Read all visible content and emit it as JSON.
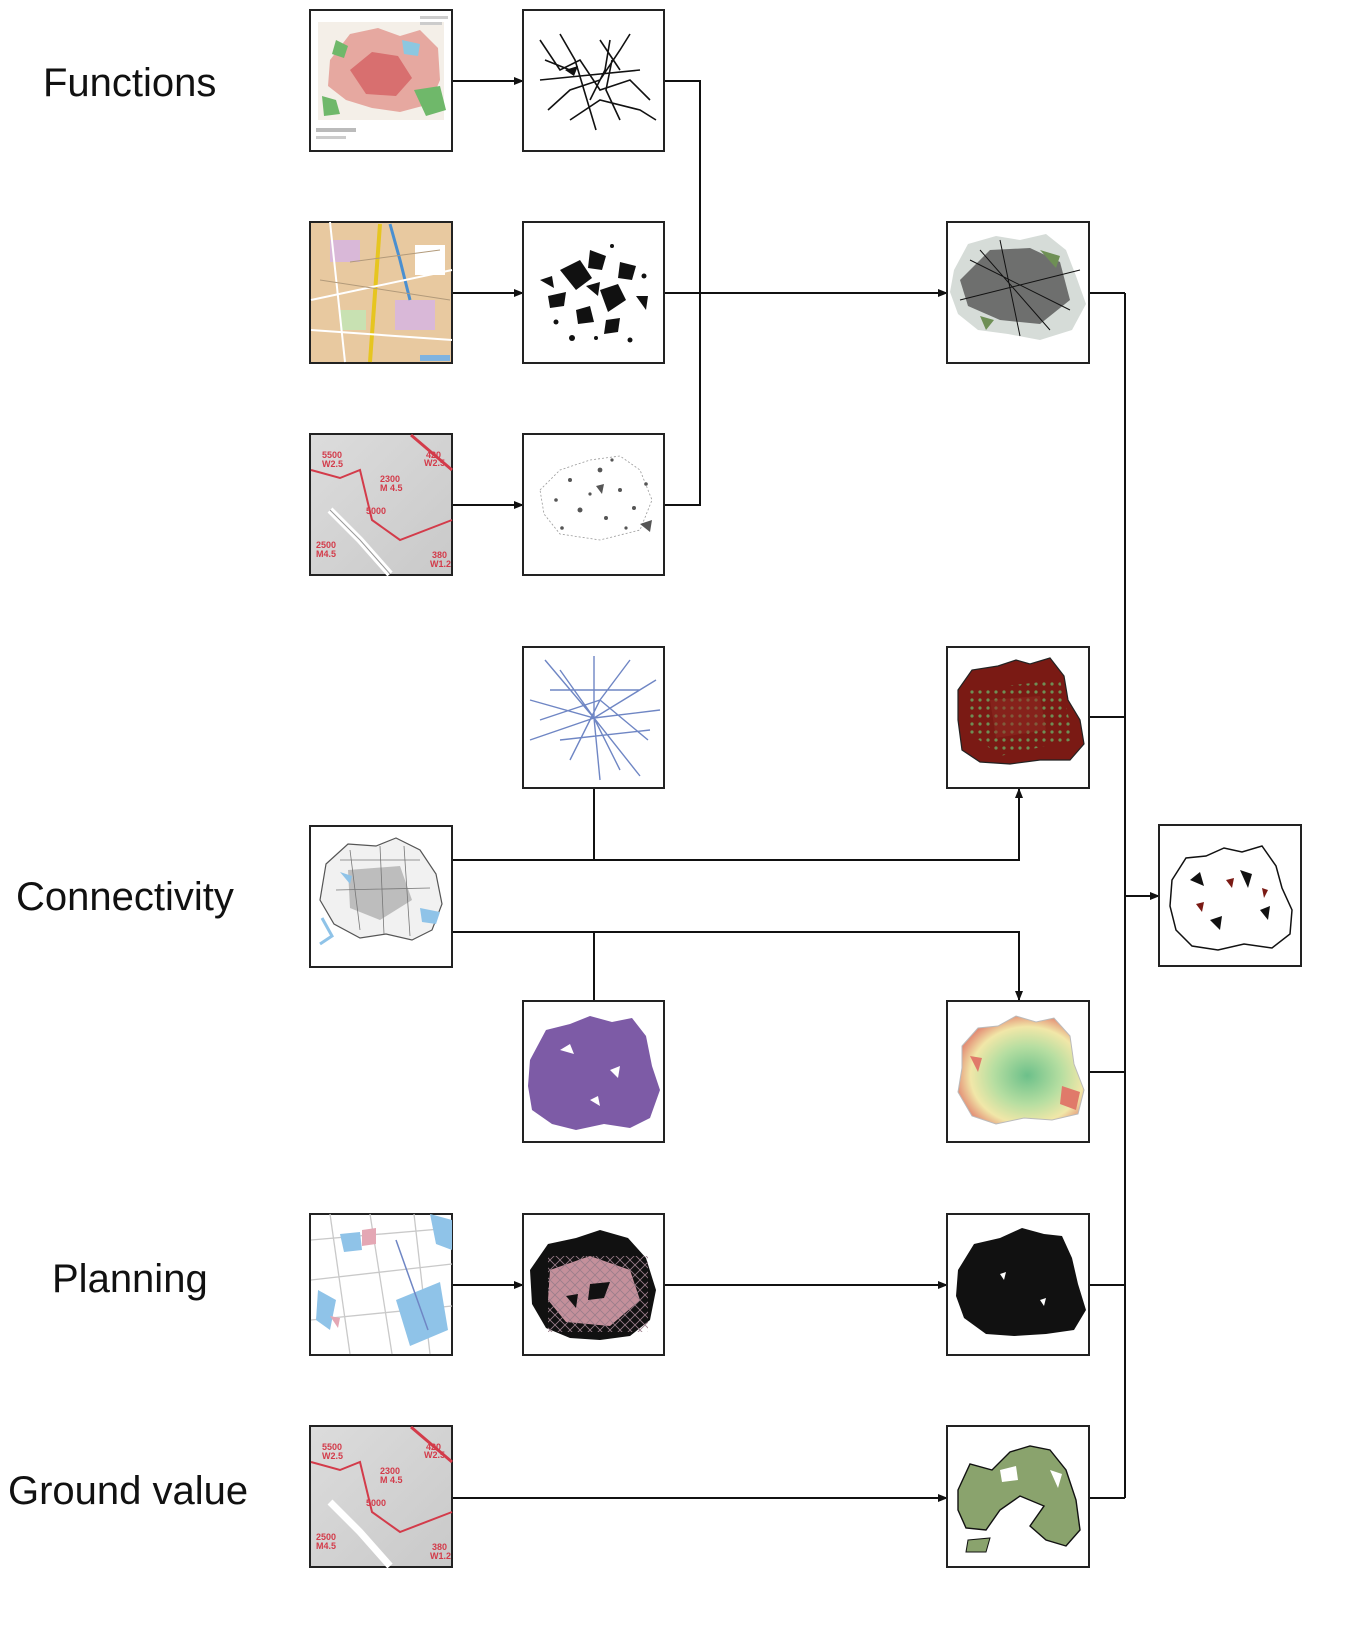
{
  "labels": {
    "functions": "Functions",
    "connectivity": "Connectivity",
    "planning": "Planning",
    "ground_value": "Ground value"
  },
  "map_labels": {
    "zoning_a": "5500",
    "zoning_b": "W2.5",
    "zoning_c": "2300",
    "zoning_d": "M 4.5",
    "zoning_e": "2500",
    "zoning_f": "380",
    "zoning_g": "W1.2",
    "zoning_h": "420",
    "zoning_i": "W2.5",
    "zoning_j": "5000",
    "zoning_k": "M4.5"
  },
  "colors": {
    "park_green": "#6fb86a",
    "urban_red": "#d45a5a",
    "street_beige": "#e8c9a0",
    "network_blue": "#6f86c4",
    "accessibility_purple": "#7d5ba6",
    "heat_green": "#8fcf9a",
    "heat_yellow": "#f1e7a8",
    "heat_red": "#e07a6a",
    "overlay_maroon": "#7a1a14",
    "overlay_green": "#6e8f55",
    "planning_blue": "#8fc3e8",
    "planning_pink": "#e4a7b4",
    "ground_green": "#8aa36d"
  }
}
